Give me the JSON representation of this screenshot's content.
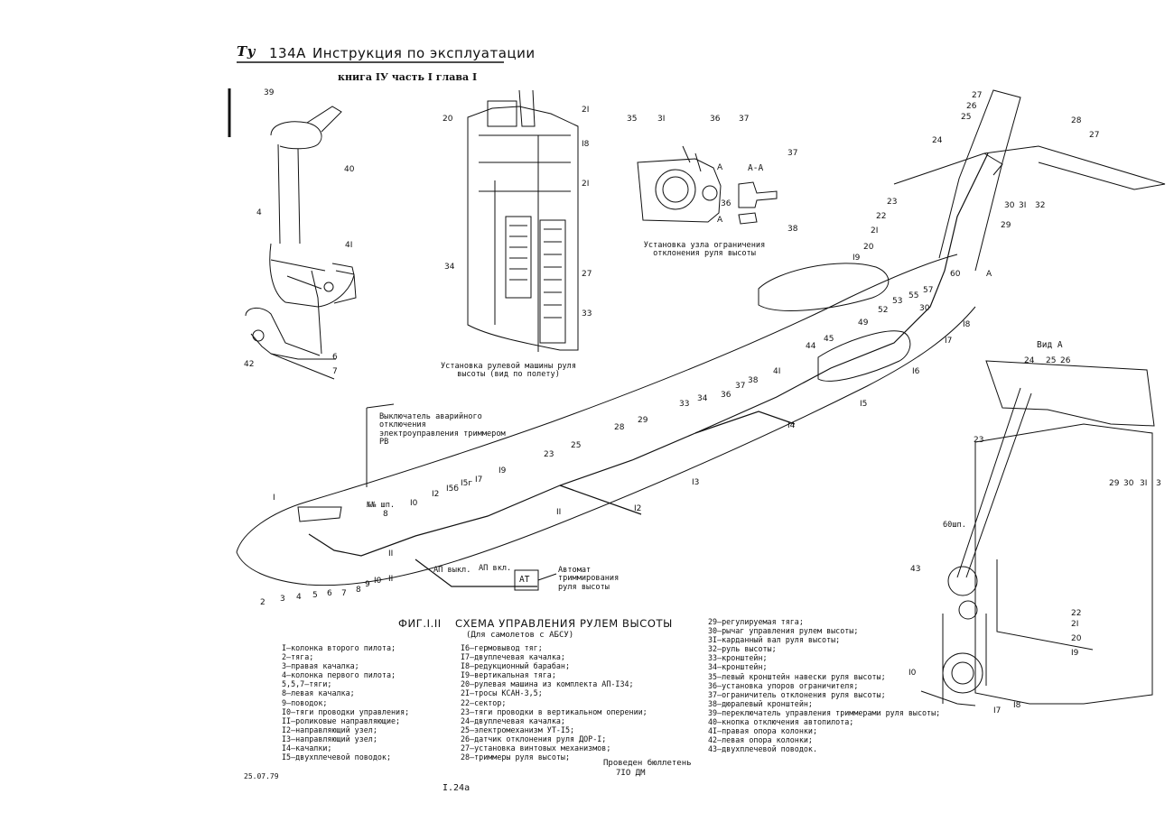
{
  "header": {
    "logo": "Ту",
    "model": "134А",
    "title": "Инструкция по эксплуатации",
    "subtitle": "книга IУ часть I глава I"
  },
  "figure": {
    "number": "ФИГ.I.II",
    "title": "СХЕМА УПРАВЛЕНИЯ РУЛЕМ ВЫСОТЫ",
    "subtitle": "(Для самолетов с АБСУ)"
  },
  "captions": {
    "steering_machine": "Установка рулевой машины руля высоты (вид по полету)",
    "limiter_unit": "Установка узла ограничения отклонения руля высоты",
    "switch_note": "Выключатель аварийного отключения электроуправления триммером РВ",
    "autotrim": "Автомат триммирования руля высоты",
    "view_a": "Вид А",
    "section_aa": "А-А",
    "ap_off": "АП выкл.",
    "ap_on": "АП вкл.",
    "at_box": "АТ",
    "frame_no": "№№ шп.",
    "frame_60": "60шп."
  },
  "legend_col1": [
    "I–колонка второго пилота;",
    "2–тяга;",
    "3–правая качалка;",
    "4–колонка первого пилота;",
    "5,5,7–тяги;",
    "8–левая качалка;",
    "9–поводок;",
    "I0–тяги проводки управления;",
    "II–роликовые направляющие;",
    "I2–направляющий узел;",
    "I3–направляющий узел;",
    "I4–качалки;",
    "I5–двухплечевой поводок;"
  ],
  "legend_col2": [
    "I6–гермовывод тяг;",
    "I7–двуплечевая качалка;",
    "I8–редукционный барабан;",
    "I9–вертикальная тяга;",
    "20–рулевая машина из комплекта АП-I34;",
    "2I–тросы КСАН-3,5;",
    "22–сектор;",
    "23–тяги проводки в вертикальном оперении;",
    "24–двуплечевая качалка;",
    "25–электромеханизм УТ-I5;",
    "26–датчик отклонения руля ДОР-I;",
    "27–установка винтовых механизмов;",
    "28–триммеры руля высоты;"
  ],
  "legend_col3": [
    "29–регулируемая тяга;",
    "30–рычаг управления рулем высоты;",
    "3I–карданный вал руля высоты;",
    "32–руль высоты;",
    "33–кронштейн;",
    "34–кронштейн;",
    "35–левый кронштейн навески руля высоты;",
    "36–установка упоров ограничителя;",
    "37–ограничитель отклонения руля высоты;",
    "38–дюралевый кронштейн;",
    "39–переключатель управления триммерами руля высоты;",
    "40–кнопка отключения автопилота;",
    "4I–правая опора колонки;",
    "42–левая опора колонки;",
    "43–двухплечевой поводок."
  ],
  "footer": {
    "date": "25.07.79",
    "page": "I.24а",
    "bulletin_line1": "Проведен бюллетень",
    "bulletin_line2": "7IO ДМ"
  },
  "callouts": {
    "column": [
      "39",
      "40",
      "4",
      "4I",
      "6",
      "42",
      "7"
    ],
    "steering": [
      "20",
      "2I",
      "I8",
      "2I",
      "34",
      "27",
      "33"
    ],
    "limiter": [
      "35",
      "3I",
      "36",
      "37",
      "А",
      "36",
      "А",
      "37",
      "38"
    ],
    "tail": [
      "27",
      "26",
      "25",
      "24",
      "28",
      "27",
      "23",
      "22",
      "2I",
      "20",
      "I9",
      "60",
      "А",
      "57",
      "55",
      "53",
      "52",
      "49",
      "45",
      "44",
      "30",
      "I7",
      "I8",
      "29",
      "30",
      "3I",
      "32"
    ],
    "fuselage": [
      "I6",
      "I5",
      "4I",
      "38",
      "37",
      "36",
      "34",
      "33",
      "I4",
      "29",
      "28",
      "I3",
      "25",
      "23",
      "I2",
      "I9",
      "I7",
      "I5г",
      "I5б",
      "I2",
      "I0",
      "II",
      "8",
      "II",
      "I",
      "2",
      "3",
      "4",
      "5",
      "6",
      "7",
      "8",
      "9",
      "I0",
      "II"
    ],
    "viewa": [
      "24",
      "25",
      "26",
      "23",
      "29",
      "30",
      "3I",
      "3",
      "43",
      "22",
      "2I",
      "20",
      "I9",
      "I0",
      "I7",
      "I8"
    ]
  }
}
